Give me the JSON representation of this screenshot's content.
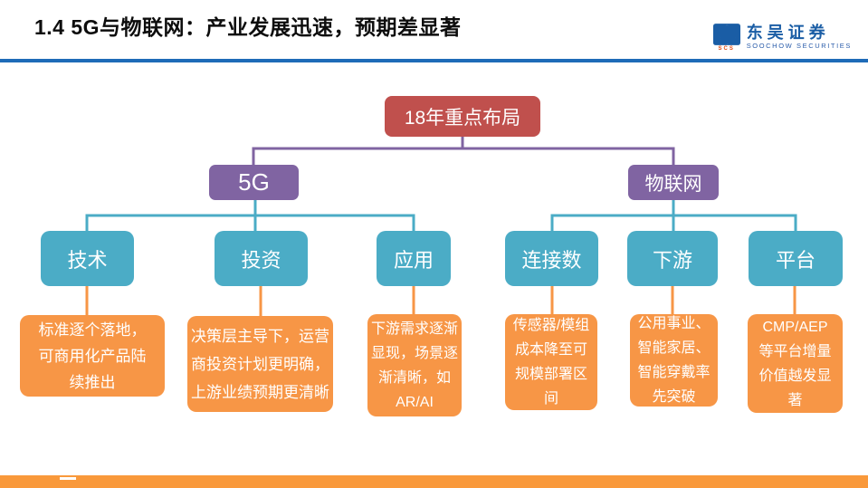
{
  "header": {
    "title": "1.4 5G与物联网：产业发展迅速，预期差显著",
    "logo": {
      "name_cn": "东吴证券",
      "name_en": "SOOCHOW SECURITIES",
      "icon_caption": "SCS"
    }
  },
  "tree": {
    "root": {
      "label": "18年重点布局"
    },
    "branches": [
      {
        "label": "5G"
      },
      {
        "label": "物联网"
      }
    ],
    "categories": [
      {
        "label": "技术"
      },
      {
        "label": "投资"
      },
      {
        "label": "应用"
      },
      {
        "label": "连接数"
      },
      {
        "label": "下游"
      },
      {
        "label": "平台"
      }
    ],
    "leaves": [
      {
        "lines": [
          "标准逐个落地，",
          "可商用化产品陆",
          "续推出"
        ]
      },
      {
        "lines": [
          "决策层主导下，运营",
          "商投资计划更明确，",
          "上游业绩预期更清晰"
        ]
      },
      {
        "lines": [
          "下游需求逐渐",
          "显现，场景逐",
          "渐清晰，如",
          "AR/AI"
        ]
      },
      {
        "lines": [
          "传感器/模组",
          "成本降至可",
          "规模部署区",
          "间"
        ]
      },
      {
        "lines": [
          "公用事业、",
          "智能家居、",
          "智能穿戴率",
          "先突破"
        ]
      },
      {
        "lines": [
          "CMP/AEP",
          "等平台增量",
          "价值越发显",
          "著"
        ]
      }
    ]
  },
  "colors": {
    "divider_blue": "#1e6bb8",
    "root_red": "#c0504d",
    "branch_purple": "#8064a2",
    "category_teal": "#4bacc6",
    "leaf_orange": "#f79646",
    "footer_orange": "#f9993b",
    "logo_blue": "#1a5da5",
    "title_black": "#0d0d0d"
  }
}
